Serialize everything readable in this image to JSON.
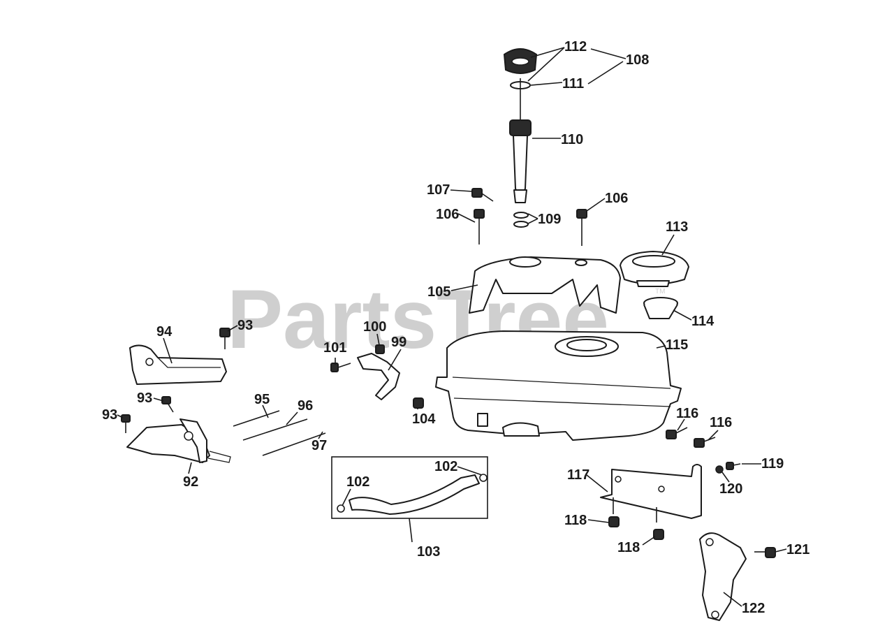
{
  "watermark": {
    "text": "PartsTree",
    "trademark": "TM"
  },
  "callouts": {
    "c92": "92",
    "c93a": "93",
    "c93b": "93",
    "c93c": "93",
    "c94": "94",
    "c95": "95",
    "c96": "96",
    "c97": "97",
    "c99": "99",
    "c100": "100",
    "c101": "101",
    "c102a": "102",
    "c102b": "102",
    "c103": "103",
    "c104": "104",
    "c105": "105",
    "c106a": "106",
    "c106b": "106",
    "c107": "107",
    "c108": "108",
    "c109": "109",
    "c110": "110",
    "c111": "111",
    "c112": "112",
    "c113": "113",
    "c114": "114",
    "c115": "115",
    "c116a": "116",
    "c116b": "116",
    "c117": "117",
    "c118a": "118",
    "c118b": "118",
    "c119": "119",
    "c120": "120",
    "c121": "121",
    "c122": "122"
  }
}
